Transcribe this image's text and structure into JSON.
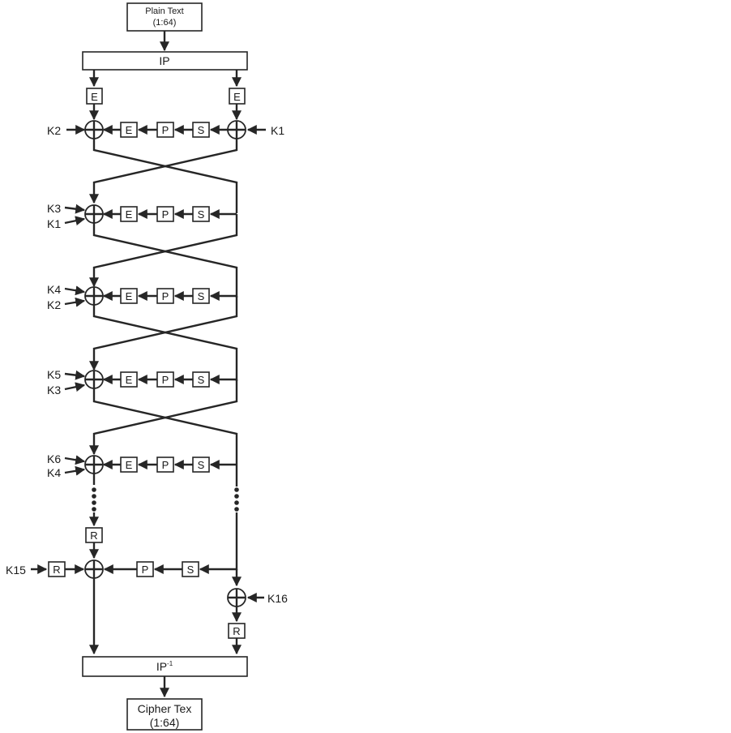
{
  "input_block": {
    "line1": "Plain Text",
    "line2": "(1:64)"
  },
  "ip_label": "IP",
  "final_permutation": {
    "label": "IP",
    "superscript": "-1"
  },
  "output_block": {
    "line1": "Cipher Tex",
    "line2": "(1:64)"
  },
  "ops": {
    "expansion": "E",
    "permutation": "P",
    "substitution": "S",
    "reduction": "R"
  },
  "keys": {
    "round1_left": "K2",
    "round1_right": "K1",
    "rounds": [
      {
        "key_a": "K3",
        "key_b": "K1"
      },
      {
        "key_a": "K4",
        "key_b": "K2"
      },
      {
        "key_a": "K5",
        "key_b": "K3"
      },
      {
        "key_a": "K6",
        "key_b": "K4"
      }
    ],
    "final_left": "K15",
    "final_right": "K16"
  },
  "colors": {
    "line": "#262626",
    "box_fill": "#ffffff",
    "text": "#1a1a1a"
  }
}
